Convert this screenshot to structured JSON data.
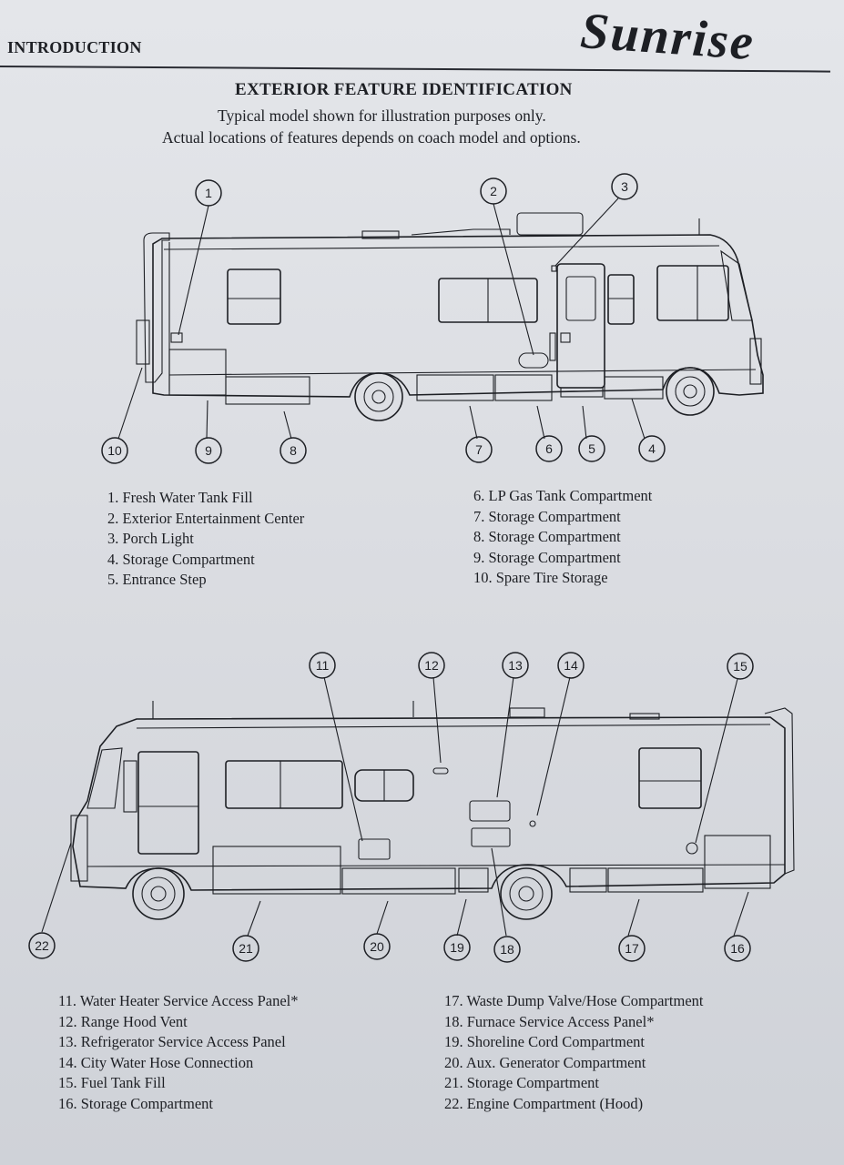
{
  "header": {
    "section": "INTRODUCTION",
    "brand": "Sunrise"
  },
  "title": {
    "heading": "EXTERIOR FEATURE IDENTIFICATION",
    "line1": "Typical model shown for illustration purposes only.",
    "line2": "Actual locations of features depends on coach model and options."
  },
  "upper_diagram": {
    "callouts": [
      "1",
      "2",
      "3",
      "4",
      "5",
      "6",
      "7",
      "8",
      "9",
      "10"
    ]
  },
  "lower_diagram": {
    "callouts": [
      "11",
      "12",
      "13",
      "14",
      "15",
      "16",
      "17",
      "18",
      "19",
      "20",
      "21",
      "22"
    ]
  },
  "legend_upper_left": [
    "1. Fresh Water Tank Fill",
    "2. Exterior Entertainment Center",
    "3. Porch Light",
    "4. Storage Compartment",
    "5. Entrance Step"
  ],
  "legend_upper_right": [
    "6. LP Gas Tank Compartment",
    "7. Storage Compartment",
    "8. Storage Compartment",
    "9. Storage Compartment",
    "10. Spare Tire Storage"
  ],
  "legend_lower_left": [
    "11. Water Heater Service Access Panel*",
    "12. Range Hood Vent",
    "13. Refrigerator Service Access Panel",
    "14. City Water Hose Connection",
    "15. Fuel Tank Fill",
    "16. Storage Compartment"
  ],
  "legend_lower_right": [
    "17. Waste Dump Valve/Hose Compartment",
    "18. Furnace Service Access Panel*",
    "19. Shoreline Cord Compartment",
    "20. Aux. Generator Compartment",
    "21. Storage Compartment",
    "22. Engine Compartment (Hood)"
  ],
  "colors": {
    "ink": "#1d1f24",
    "paper": "#dcdee2"
  }
}
